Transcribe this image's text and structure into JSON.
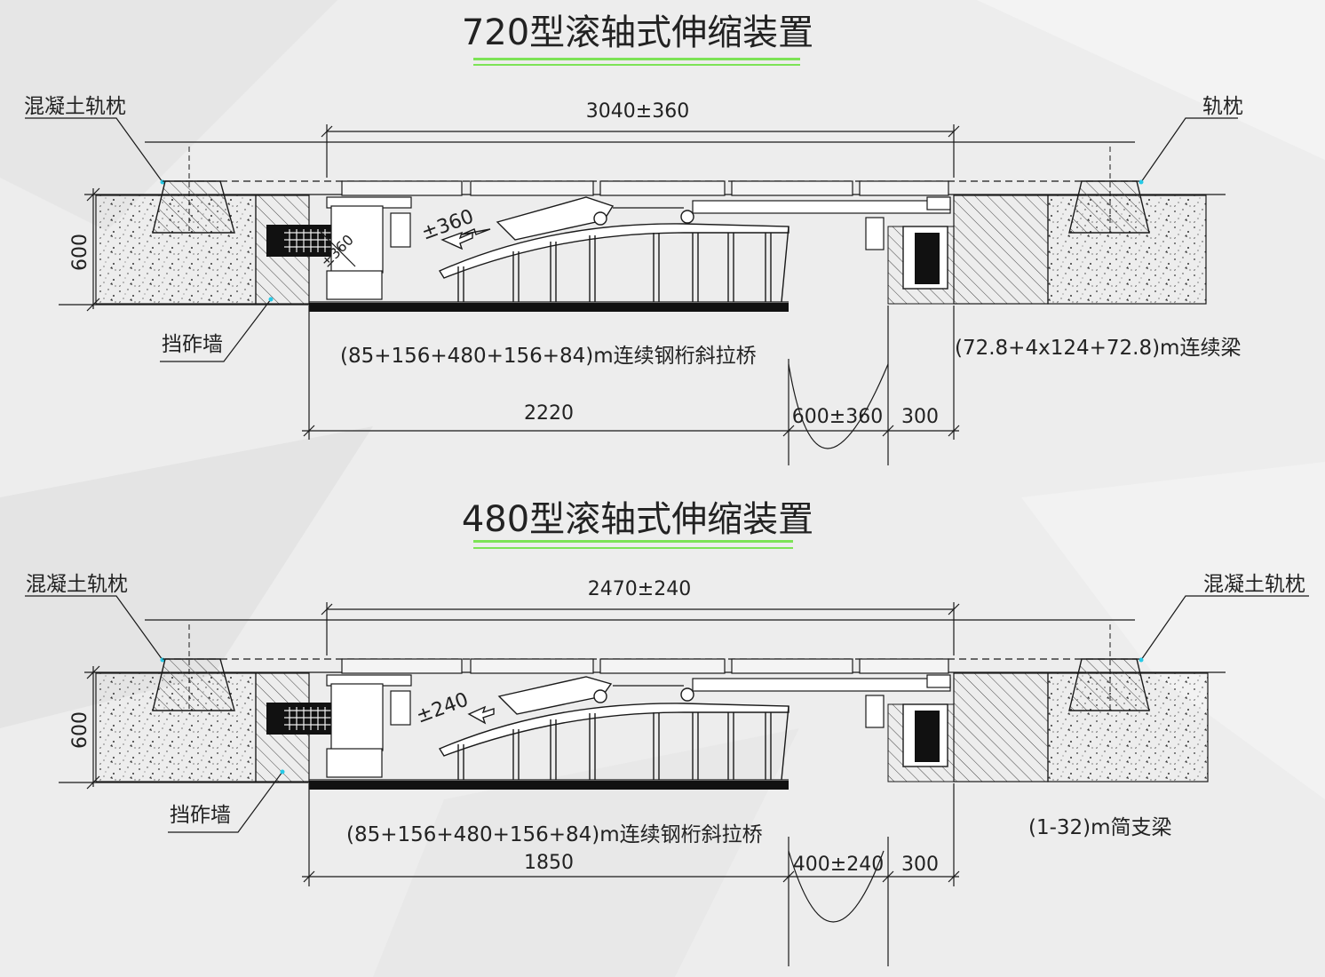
{
  "colors": {
    "background": "#ededed",
    "line": "#1a1a1a",
    "title_underline": "#7de356",
    "leader_tip": "#27c9e6",
    "hatch": "#444444"
  },
  "panels": [
    {
      "title": "720型滚轴式伸缩装置",
      "left_sleeper_label": "混凝土轨枕",
      "right_sleeper_label": "轨枕",
      "wall_label": "挡砟墙",
      "overall_dim": "3040±360",
      "depth_dim": "600",
      "arc_dim": "±360",
      "post_dim": "±360",
      "bridge_left": "(85+156+480+156+84)m连续钢桁斜拉桥",
      "bridge_right": "(72.8+4x124+72.8)m连续梁",
      "dim_a": "2220",
      "dim_b": "600±360",
      "dim_c": "300"
    },
    {
      "title": "480型滚轴式伸缩装置",
      "left_sleeper_label": "混凝土轨枕",
      "right_sleeper_label": "混凝土轨枕",
      "wall_label": "挡砟墙",
      "overall_dim": "2470±240",
      "depth_dim": "600",
      "arc_dim": "±240",
      "post_dim": "",
      "bridge_left": "(85+156+480+156+84)m连续钢桁斜拉桥",
      "bridge_right": "(1-32)m简支梁",
      "dim_a": "1850",
      "dim_b": "400±240",
      "dim_c": "300"
    }
  ]
}
